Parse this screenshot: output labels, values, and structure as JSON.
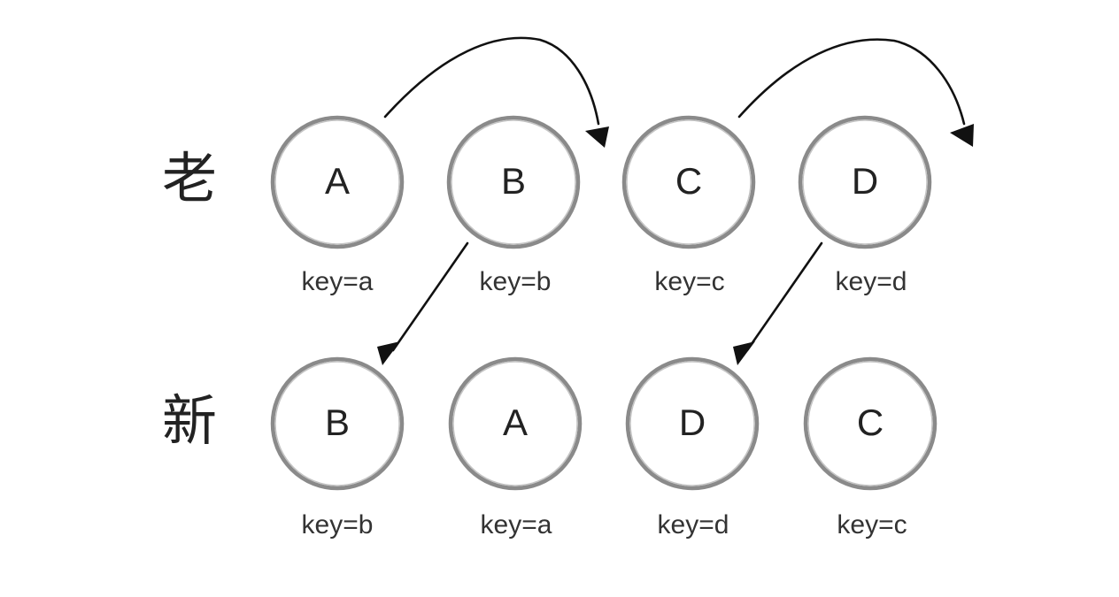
{
  "rows": [
    {
      "label": "老",
      "nodes": [
        {
          "letter": "A",
          "key": "key=a"
        },
        {
          "letter": "B",
          "key": "key=b"
        },
        {
          "letter": "C",
          "key": "key=c"
        },
        {
          "letter": "D",
          "key": "key=d"
        }
      ]
    },
    {
      "label": "新",
      "nodes": [
        {
          "letter": "B",
          "key": "key=b"
        },
        {
          "letter": "A",
          "key": "key=a"
        },
        {
          "letter": "D",
          "key": "key=d"
        },
        {
          "letter": "C",
          "key": "key=c"
        }
      ]
    }
  ],
  "arrows": [
    {
      "name": "arrow-old-a-to-after-b",
      "kind": "curve-over",
      "from_node": "old-A",
      "to_node": "gap-after-old-B"
    },
    {
      "name": "arrow-old-c-to-after-d",
      "kind": "curve-over",
      "from_node": "old-C",
      "to_node": "gap-after-old-D"
    },
    {
      "name": "arrow-old-b-to-new-b",
      "kind": "straight-down",
      "from_node": "old-B",
      "to_node": "new-B"
    },
    {
      "name": "arrow-old-d-to-new-d",
      "kind": "straight-down",
      "from_node": "old-D",
      "to_node": "new-D"
    }
  ]
}
